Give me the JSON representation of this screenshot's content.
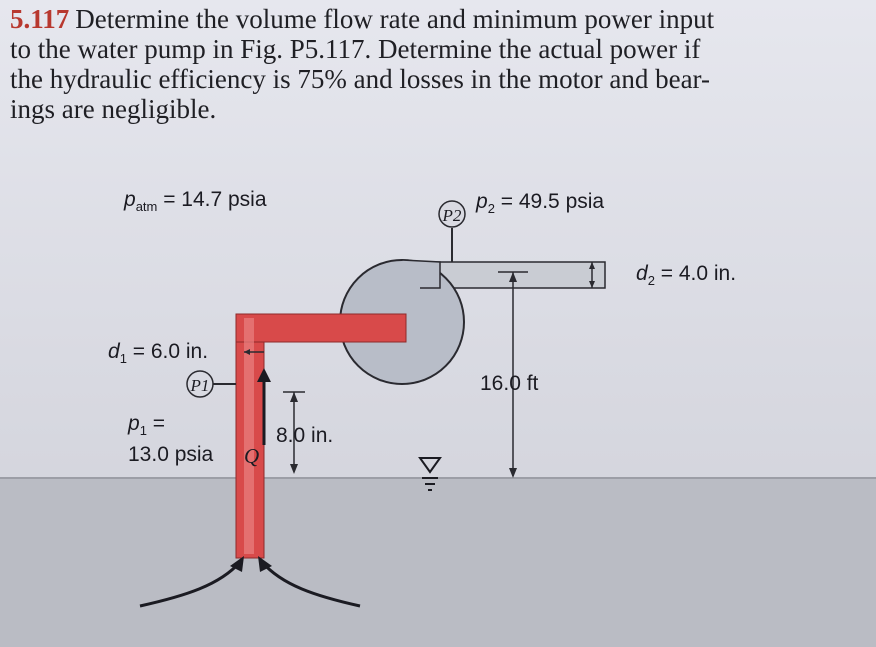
{
  "problem": {
    "number": "5.117",
    "lines": [
      "Determine the volume flow rate and minimum power input",
      "to the water pump in Fig. P5.117. Determine the actual power if",
      "the hydraulic efficiency is 75% and losses in the motor and bear-",
      "ings are negligible."
    ]
  },
  "diagram": {
    "p_atm": "p",
    "p_atm_sub": "atm",
    "p_atm_value": "= 14.7 psia",
    "p2_label": "p",
    "p2_sub": "2",
    "p2_value": "= 49.5 psia",
    "p2_gauge": "P2",
    "d2_label": "d",
    "d2_sub": "2",
    "d2_value": "= 4.0 in.",
    "d1_label": "d",
    "d1_sub": "1",
    "d1_value": "= 6.0 in.",
    "p1_gauge": "P1",
    "p1_label": "p",
    "p1_sub": "1",
    "p1_eq": "=",
    "p1_value": "13.0 psia",
    "height_pump": "16.0 ft",
    "height_gauge": "8.0 in.",
    "flow_label": "Q"
  },
  "colors": {
    "water": "#b9bbc3",
    "pipe": "#d84a4a",
    "pump": "#b8bdc8",
    "text": "#1b1b22"
  }
}
